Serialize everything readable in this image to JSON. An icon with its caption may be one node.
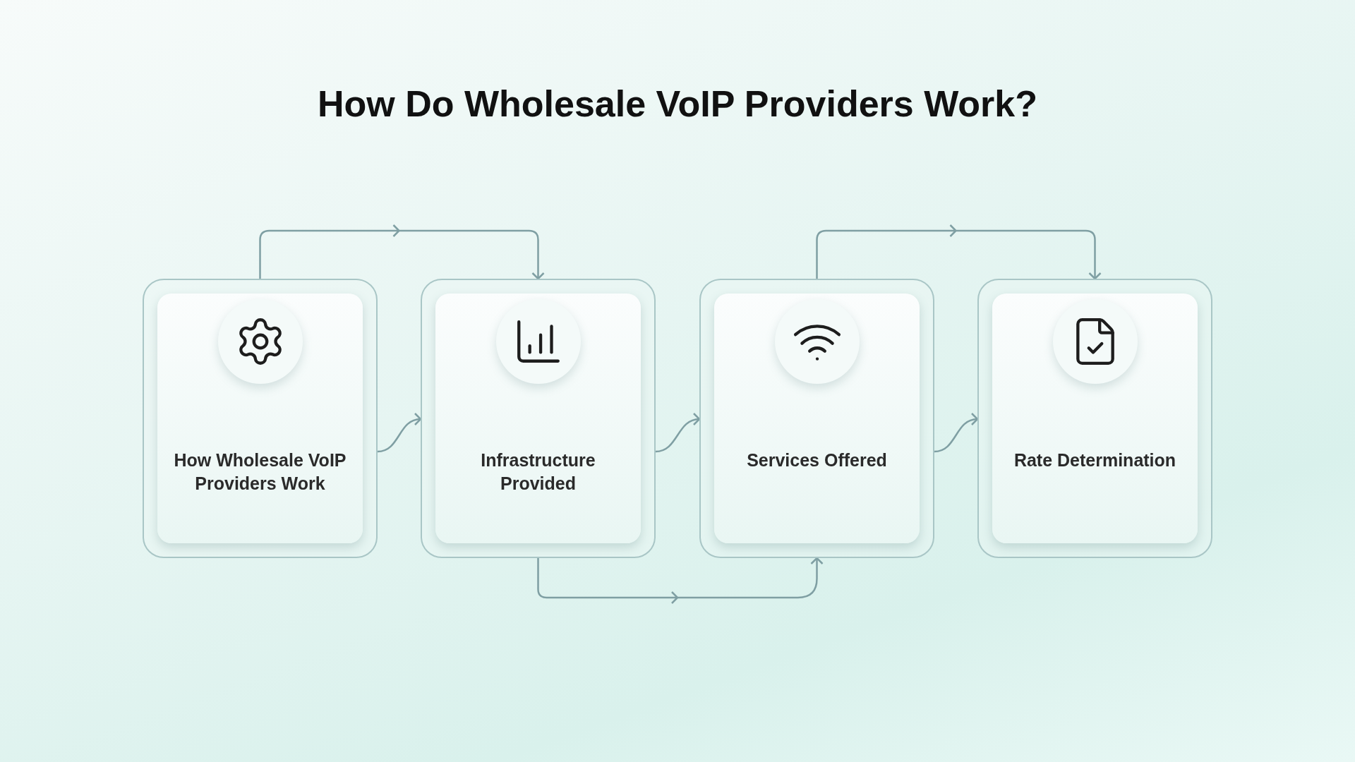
{
  "diagram": {
    "title": "How Do Wholesale VoIP Providers Work?",
    "nodes": [
      {
        "text": [
          "How Wholesale VoIP Providers Work"
        ]
      },
      {
        "text": [
          "Infrastructure Provided"
        ]
      },
      {
        "text": [
          "Services Offered"
        ]
      },
      {
        "text": [
          "Rate Determination"
        ]
      }
    ],
    "edges": [
      {
        "from": 0,
        "to": 1,
        "arrow": "to"
      },
      {
        "from": 0,
        "to": 1,
        "arrow": "to"
      },
      {
        "from": 1,
        "to": 2,
        "arrow": "to"
      },
      {
        "from": 1,
        "to": 2,
        "arrow": "to"
      },
      {
        "from": 2,
        "to": 3,
        "arrow": "to"
      },
      {
        "from": 2,
        "to": 3,
        "arrow": "to"
      }
    ]
  }
}
